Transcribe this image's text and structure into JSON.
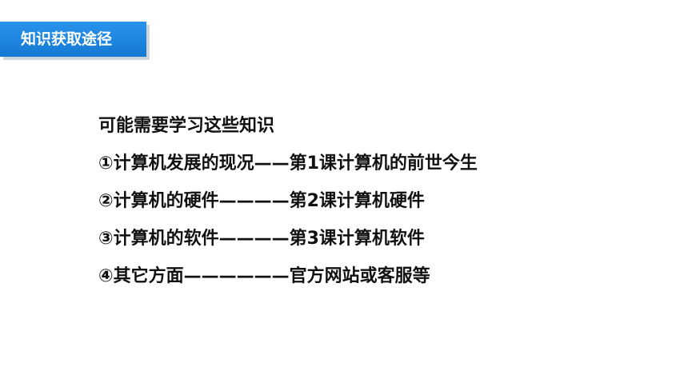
{
  "header": {
    "title": "知识获取途径"
  },
  "content": {
    "intro": "可能需要学习这些知识",
    "items": [
      "①计算机发展的现况——第1课计算机的前世今生",
      "②计算机的硬件————第2课计算机硬件",
      "③计算机的软件————第3课计算机软件",
      "④其它方面——————官方网站或客服等"
    ]
  },
  "colors": {
    "banner": "#1e88e5",
    "banner_shadow": "#cfd6de",
    "text": "#111111"
  }
}
